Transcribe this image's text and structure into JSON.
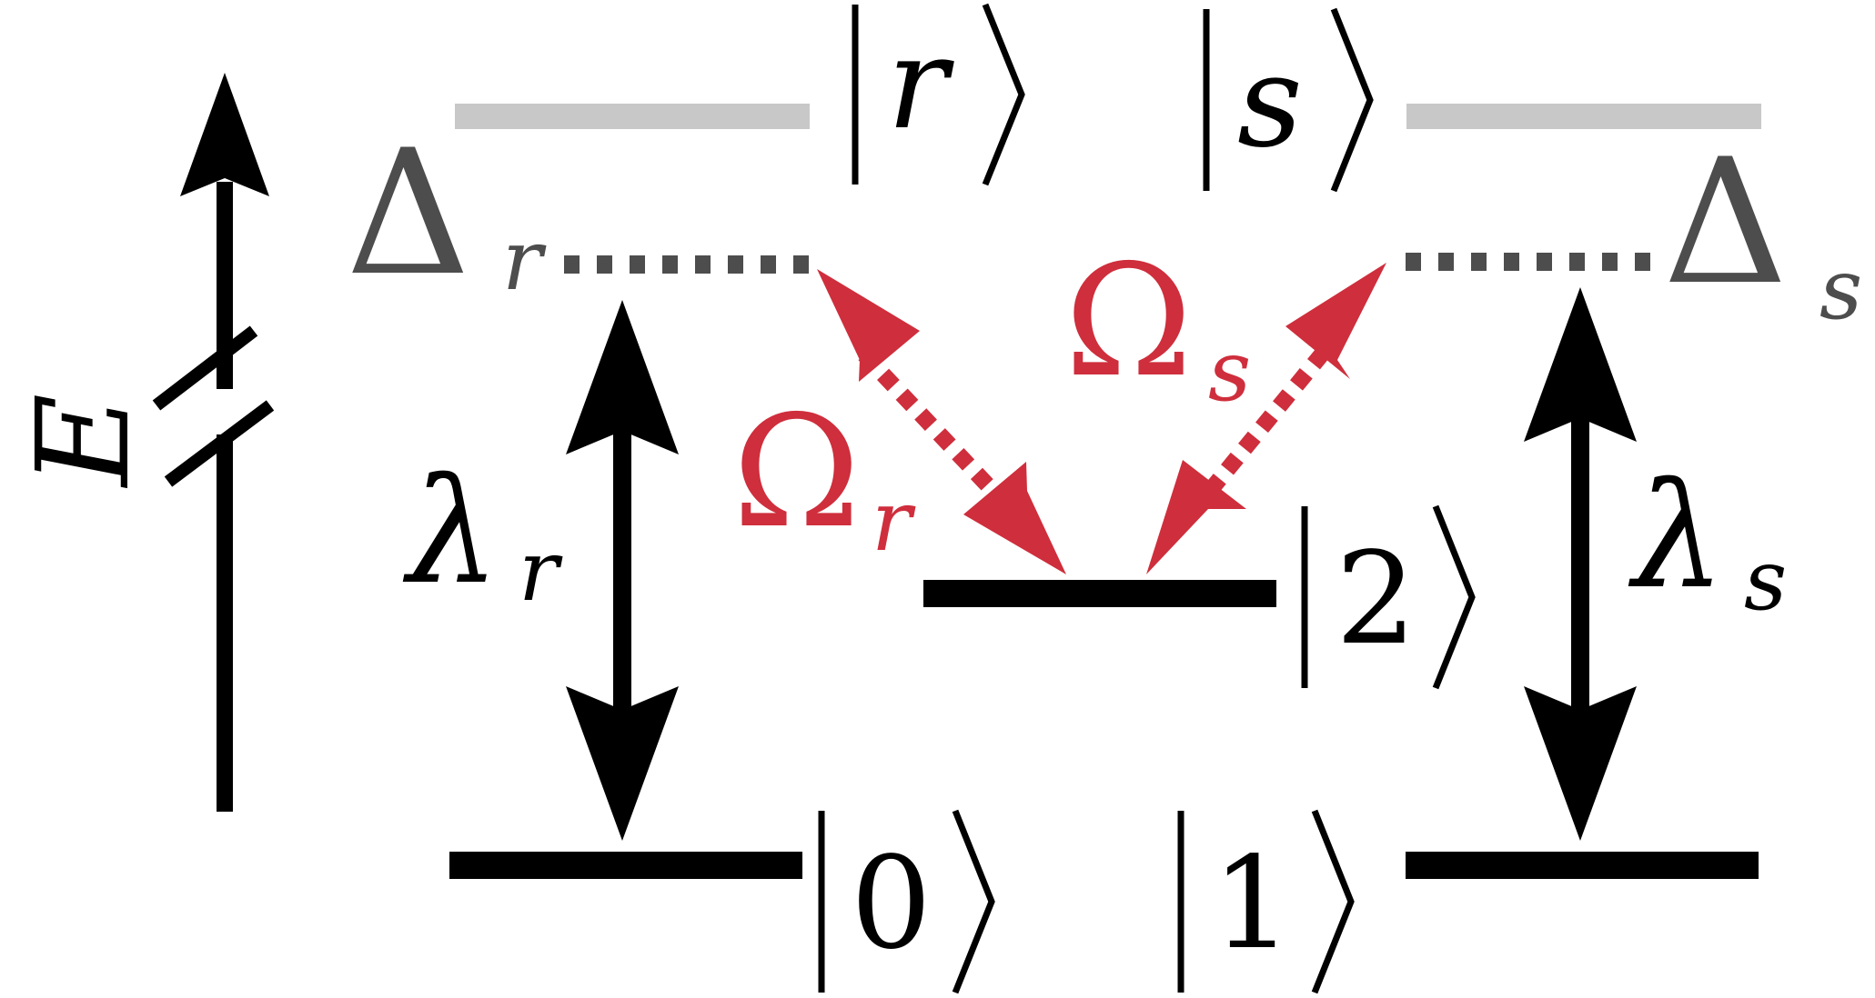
{
  "colors": {
    "ink": "#000000",
    "inactive_level": "#c8c8c8",
    "detuning": "#4d4d4d",
    "drive": "#cf2e3c"
  },
  "axis": {
    "label": "E"
  },
  "states": {
    "r": {
      "symbol": "r"
    },
    "s": {
      "symbol": "s"
    },
    "two": {
      "symbol": "2"
    },
    "zero": {
      "symbol": "0"
    },
    "one": {
      "symbol": "1"
    }
  },
  "detunings": {
    "r": {
      "symbol": "Δ",
      "sub": "r"
    },
    "s": {
      "symbol": "Δ",
      "sub": "s"
    }
  },
  "couplings": {
    "r": {
      "symbol": "λ",
      "sub": "r"
    },
    "s": {
      "symbol": "λ",
      "sub": "s"
    }
  },
  "drives": {
    "r": {
      "symbol": "Ω",
      "sub": "r"
    },
    "s": {
      "symbol": "Ω",
      "sub": "s"
    }
  }
}
